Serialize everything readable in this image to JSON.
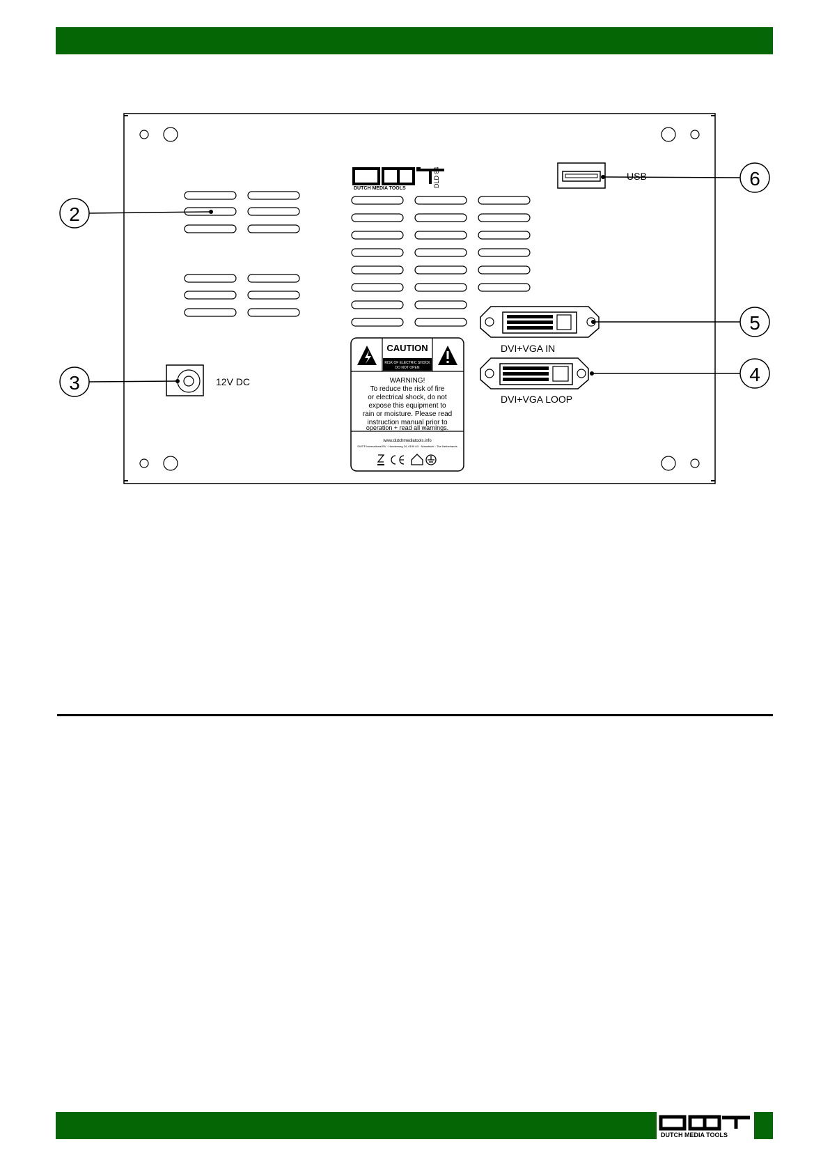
{
  "brand": {
    "logo_text": "DMT",
    "tagline": "DUTCH MEDIA TOOLS",
    "model": "DLD 84"
  },
  "callouts": [
    {
      "number": "2"
    },
    {
      "number": "3"
    },
    {
      "number": "4"
    },
    {
      "number": "5"
    },
    {
      "number": "6"
    }
  ],
  "ports": {
    "usb": "USB",
    "dc": "12V DC",
    "dvi_in": "DVI+VGA IN",
    "dvi_loop": "DVI+VGA LOOP"
  },
  "warning_label": {
    "caution": "CAUTION",
    "risk_line1": "RISK OF ELECTRIC SHOCK",
    "risk_line2": "DO NOT OPEN",
    "warning_title": "WARNING!",
    "lines": [
      "To reduce the risk of fire",
      "or electrical shock, do not",
      "expose this equipment to",
      "rain or moisture. Please read",
      "instruction manual prior to",
      "operation + read all warnings."
    ],
    "website": "www.dutchmediatools.info",
    "address": "DMT® International BV · Horsterweg 24, 6199 AX · Maastricht · The Netherlands"
  },
  "colors": {
    "bar": "#046604",
    "line": "#000000",
    "background": "#ffffff"
  }
}
